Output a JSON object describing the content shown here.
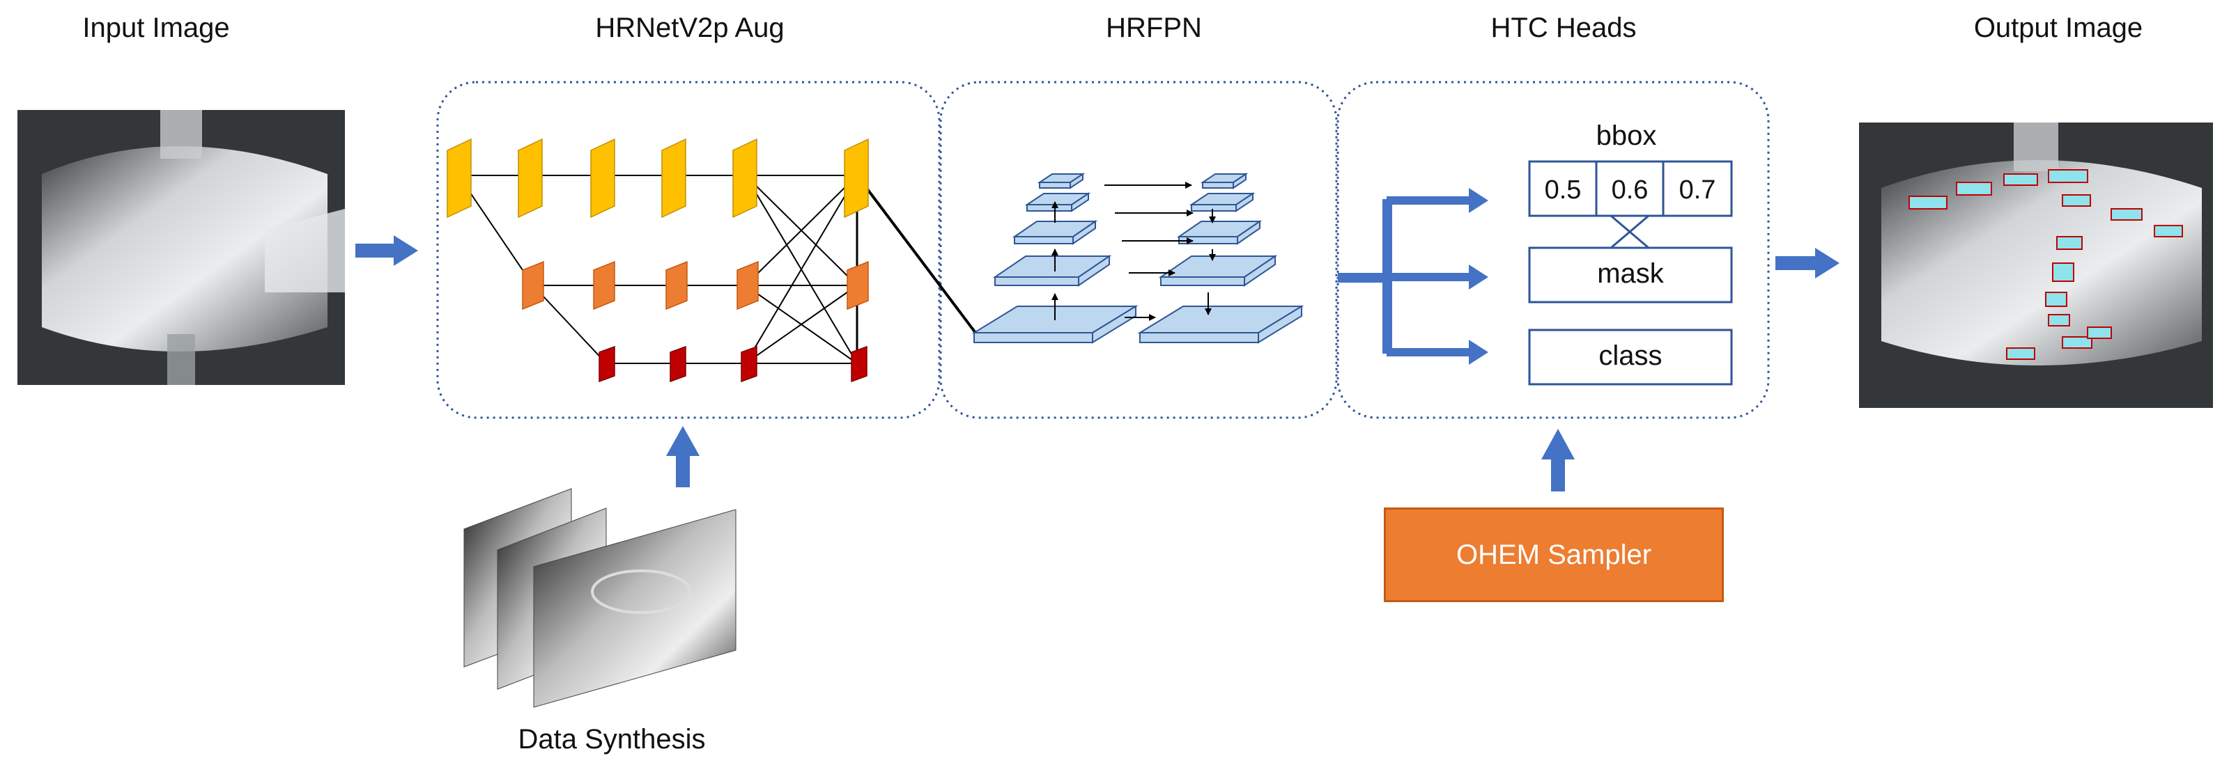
{
  "labels": {
    "input_image": "Input Image",
    "backbone": "HRNetV2p Aug",
    "neck": "HRFPN",
    "heads": "HTC Heads",
    "output_image": "Output Image",
    "data_synthesis": "Data Synthesis"
  },
  "heads": {
    "bbox_title": "bbox",
    "bbox_values": [
      "0.5",
      "0.6",
      "0.7"
    ],
    "mask": "mask",
    "class": "class"
  },
  "sampler": "OHEM Sampler",
  "colors": {
    "arrow": "#4472C4",
    "panel_border": "#2F5597",
    "box_border": "#2F5597",
    "stage_high": "#FFC000",
    "stage_mid": "#ED7D31",
    "stage_low": "#C00000",
    "pyramid": "#BDD7EE",
    "sampler": "#ED7D31"
  }
}
